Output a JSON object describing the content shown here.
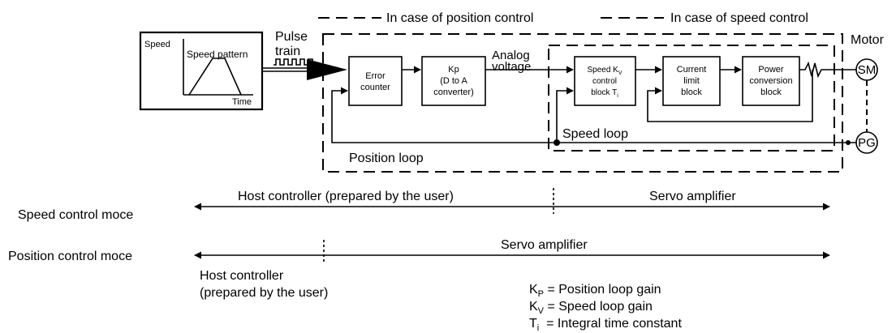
{
  "legend_top": {
    "position_control": "In case of position control",
    "speed_control": "In case of speed control",
    "motor": "Motor"
  },
  "graph": {
    "y_label": "Speed",
    "pattern_label": "Speed pattern",
    "x_label": "Time"
  },
  "pulse_train": [
    "Pulse",
    "train"
  ],
  "analog_voltage": [
    "Analog",
    "voltage"
  ],
  "blocks": {
    "error_counter": [
      "Error",
      "counter"
    ],
    "kp": [
      "Kp",
      "(D to A",
      "converter)"
    ],
    "speed_block": {
      "line1": "Speed K",
      "line1_sub": "V",
      "line2": "control",
      "line3": "block T",
      "line3_sub": "i"
    },
    "current_limit": [
      "Current",
      "limit",
      "block"
    ],
    "power_conversion": [
      "Power",
      "conversion",
      "block"
    ]
  },
  "devices": {
    "sm": "SM",
    "pg": "PG"
  },
  "loops": {
    "speed": "Speed loop",
    "position": "Position loop"
  },
  "modes": {
    "speed_mode_label": "Speed control moce",
    "position_mode_label": "Position control moce",
    "host_controller_speed": "Host controller (prepared by the user)",
    "servo_amplifier_speed": "Servo amplifier",
    "servo_amplifier_position": "Servo amplifier",
    "host_controller_position": [
      "Host controller",
      "(prepared by the user)"
    ]
  },
  "definitions": {
    "kp": {
      "sym": "K",
      "sub": "P",
      "text": " = Position loop gain"
    },
    "kv": {
      "sym": "K",
      "sub": "V",
      "text": " = Speed loop gain"
    },
    "ti": {
      "sym": "T",
      "sub": "i",
      "text": "  = Integral time constant"
    }
  }
}
